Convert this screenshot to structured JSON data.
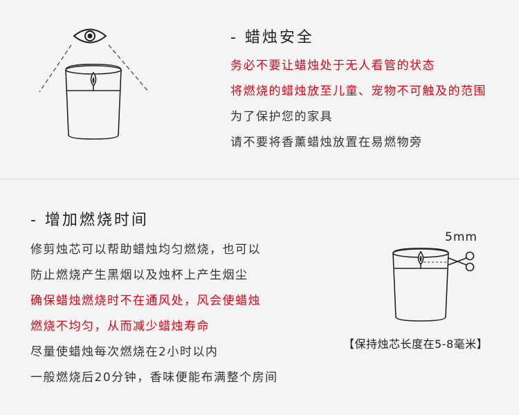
{
  "safety": {
    "title": "- 蜡烛安全",
    "lines": [
      {
        "text": "务必不要让蜡烛处于无人看管的状态",
        "color": "red"
      },
      {
        "text": "将燃烧的蜡烛放至儿童、宠物不可触及的范围",
        "color": "red"
      },
      {
        "text": "为了保护您的家具",
        "color": "dark"
      },
      {
        "text": "请不要将香薰蜡烛放置在易燃物旁",
        "color": "dark"
      }
    ]
  },
  "burn": {
    "title": "- 增加燃烧时间",
    "lines": [
      {
        "text": "修剪烛芯可以帮助蜡烛均匀燃烧，也可以",
        "color": "dark"
      },
      {
        "text": "防止燃烧产生黑烟以及烛杯上产生烟尘",
        "color": "dark"
      },
      {
        "text": "确保蜡烛燃烧时不在通风处，风会使蜡烛",
        "color": "red"
      },
      {
        "text": "燃烧不均匀，从而减少蜡烛寿命",
        "color": "red"
      },
      {
        "text": "尽量使蜡烛每次燃烧在2小时以内",
        "color": "dark"
      },
      {
        "text": "一般燃烧后20分钟，香味便能布满整个房间",
        "color": "dark"
      }
    ],
    "wick_length": "5mm",
    "caption": "【保持烛芯长度在5-8毫米】"
  },
  "colors": {
    "red": "#e60012",
    "dark": "#333333",
    "background": "#f4f4f4"
  },
  "icons": [
    "eye-icon",
    "candle-jar-icon",
    "scissors-icon"
  ]
}
